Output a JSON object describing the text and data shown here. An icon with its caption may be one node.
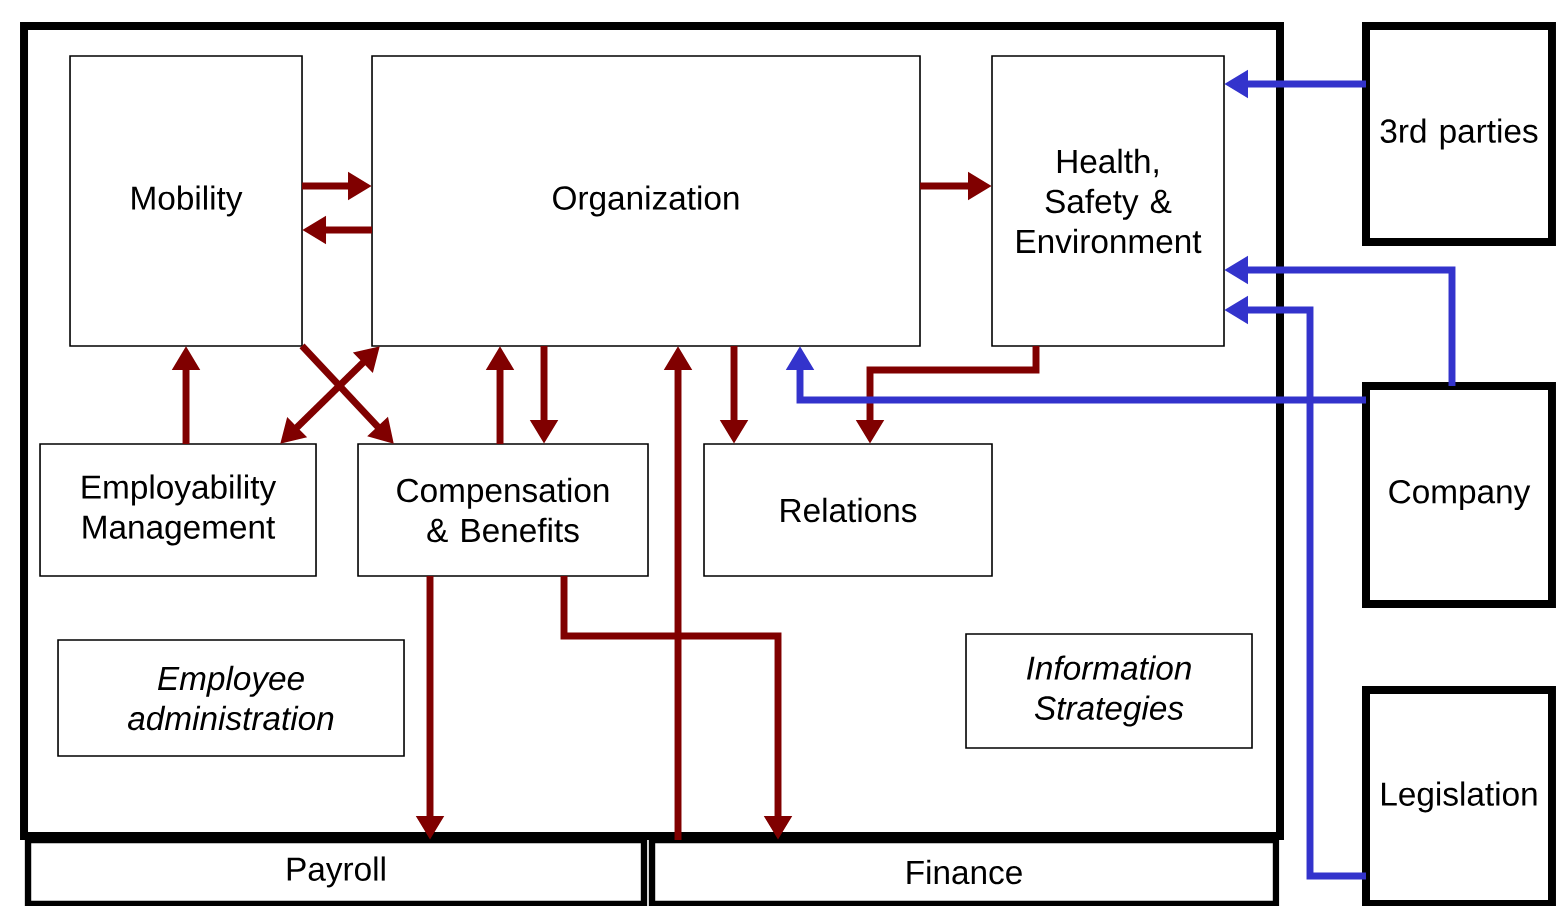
{
  "diagram": {
    "nodes": [
      {
        "text": [],
        "shape": "box"
      },
      {
        "text": [
          "Mobility"
        ],
        "in": 0
      },
      {
        "text": [
          "Organization"
        ],
        "in": 0
      },
      {
        "text": [
          "Health, Safety & Environment"
        ],
        "in": 0
      },
      {
        "text": [
          "Employability Management"
        ],
        "in": 0
      },
      {
        "text": [
          "Compensation & Benefits"
        ],
        "in": 0
      },
      {
        "text": [
          "Relations"
        ],
        "in": 0
      },
      {
        "text": [
          "Employee administration"
        ],
        "in": 0
      },
      {
        "text": [
          "Information Strategies"
        ],
        "in": 0
      },
      {
        "text": [
          "Payroll"
        ]
      },
      {
        "text": [
          "Finance"
        ]
      },
      {
        "text": [
          "3rd parties"
        ]
      },
      {
        "text": [
          "Company"
        ]
      },
      {
        "text": [
          "Legislation"
        ]
      }
    ],
    "edges": [
      {
        "from": 1,
        "to": 2,
        "arrow": "to"
      },
      {
        "from": 2,
        "to": 1,
        "arrow": "to"
      },
      {
        "from": 2,
        "to": 3,
        "arrow": "to"
      },
      {
        "from": 4,
        "to": 1,
        "arrow": "to"
      },
      {
        "from": 4,
        "to": 2,
        "arrow": "both"
      },
      {
        "from": 1,
        "to": 5,
        "arrow": "to"
      },
      {
        "from": 5,
        "to": 2,
        "arrow": "to"
      },
      {
        "from": 2,
        "to": 5,
        "arrow": "to"
      },
      {
        "from": 10,
        "to": 2,
        "arrow": "to"
      },
      {
        "from": 2,
        "to": 6,
        "arrow": "to"
      },
      {
        "from": 3,
        "to": 6,
        "arrow": "to"
      },
      {
        "from": 5,
        "to": 9,
        "arrow": "to"
      },
      {
        "from": 5,
        "to": 10,
        "arrow": "to"
      },
      {
        "from": 11,
        "to": 3,
        "arrow": "to",
        "color": "#3333cc"
      },
      {
        "from": 12,
        "to": 3,
        "arrow": "to",
        "color": "#3333cc"
      },
      {
        "from": 12,
        "to": 2,
        "arrow": "to",
        "color": "#3333cc"
      },
      {
        "from": 13,
        "to": 3,
        "arrow": "to",
        "color": "#3333cc"
      }
    ]
  }
}
